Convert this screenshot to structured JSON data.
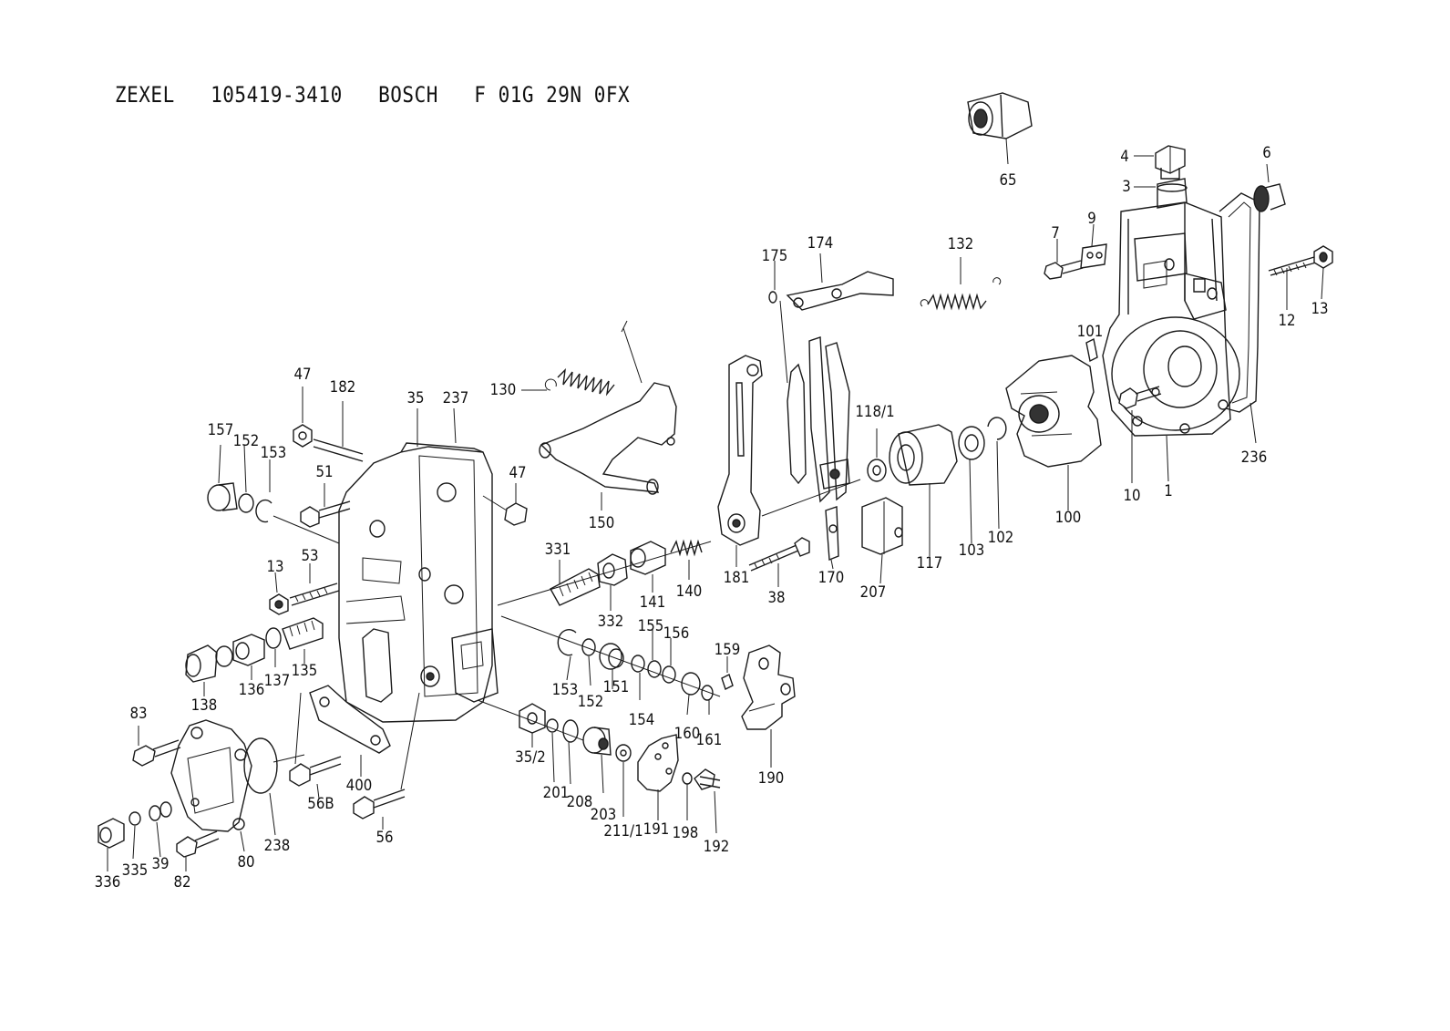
{
  "title": "ZEXEL   105419-3410   BOSCH   F 01G 29N 0FX",
  "callouts": [
    {
      "id": "65",
      "label": "65"
    },
    {
      "id": "4",
      "label": "4"
    },
    {
      "id": "3",
      "label": "3"
    },
    {
      "id": "6",
      "label": "6"
    },
    {
      "id": "7",
      "label": "7"
    },
    {
      "id": "9",
      "label": "9"
    },
    {
      "id": "12",
      "label": "12"
    },
    {
      "id": "13a",
      "label": "13"
    },
    {
      "id": "101",
      "label": "101"
    },
    {
      "id": "10",
      "label": "10"
    },
    {
      "id": "1",
      "label": "1"
    },
    {
      "id": "236",
      "label": "236"
    },
    {
      "id": "175",
      "label": "175"
    },
    {
      "id": "174",
      "label": "174"
    },
    {
      "id": "132",
      "label": "132"
    },
    {
      "id": "130",
      "label": "130"
    },
    {
      "id": "150",
      "label": "150"
    },
    {
      "id": "118_1",
      "label": "118/1"
    },
    {
      "id": "100",
      "label": "100"
    },
    {
      "id": "103",
      "label": "103"
    },
    {
      "id": "102",
      "label": "102"
    },
    {
      "id": "117",
      "label": "117"
    },
    {
      "id": "207",
      "label": "207"
    },
    {
      "id": "170",
      "label": "170"
    },
    {
      "id": "181",
      "label": "181"
    },
    {
      "id": "38",
      "label": "38"
    },
    {
      "id": "140",
      "label": "140"
    },
    {
      "id": "141",
      "label": "141"
    },
    {
      "id": "332",
      "label": "332"
    },
    {
      "id": "331",
      "label": "331"
    },
    {
      "id": "47a",
      "label": "47"
    },
    {
      "id": "182",
      "label": "182"
    },
    {
      "id": "35",
      "label": "35"
    },
    {
      "id": "237",
      "label": "237"
    },
    {
      "id": "47b",
      "label": "47"
    },
    {
      "id": "157",
      "label": "157"
    },
    {
      "id": "152a",
      "label": "152"
    },
    {
      "id": "153a",
      "label": "153"
    },
    {
      "id": "51",
      "label": "51"
    },
    {
      "id": "13b",
      "label": "13"
    },
    {
      "id": "53",
      "label": "53"
    },
    {
      "id": "135",
      "label": "135"
    },
    {
      "id": "136",
      "label": "136"
    },
    {
      "id": "137",
      "label": "137"
    },
    {
      "id": "138",
      "label": "138"
    },
    {
      "id": "153b",
      "label": "153"
    },
    {
      "id": "152b",
      "label": "152"
    },
    {
      "id": "151",
      "label": "151"
    },
    {
      "id": "154",
      "label": "154"
    },
    {
      "id": "155",
      "label": "155"
    },
    {
      "id": "156",
      "label": "156"
    },
    {
      "id": "160",
      "label": "160"
    },
    {
      "id": "161",
      "label": "161"
    },
    {
      "id": "159",
      "label": "159"
    },
    {
      "id": "190",
      "label": "190"
    },
    {
      "id": "83",
      "label": "83"
    },
    {
      "id": "238",
      "label": "238"
    },
    {
      "id": "80",
      "label": "80"
    },
    {
      "id": "82",
      "label": "82"
    },
    {
      "id": "39",
      "label": "39"
    },
    {
      "id": "335",
      "label": "335"
    },
    {
      "id": "336",
      "label": "336"
    },
    {
      "id": "56B",
      "label": "56B"
    },
    {
      "id": "400",
      "label": "400"
    },
    {
      "id": "56",
      "label": "56"
    },
    {
      "id": "35_2",
      "label": "35/2"
    },
    {
      "id": "201",
      "label": "201"
    },
    {
      "id": "208",
      "label": "208"
    },
    {
      "id": "203",
      "label": "203"
    },
    {
      "id": "211_1",
      "label": "211/1"
    },
    {
      "id": "191",
      "label": "191"
    },
    {
      "id": "198",
      "label": "198"
    },
    {
      "id": "192",
      "label": "192"
    }
  ]
}
